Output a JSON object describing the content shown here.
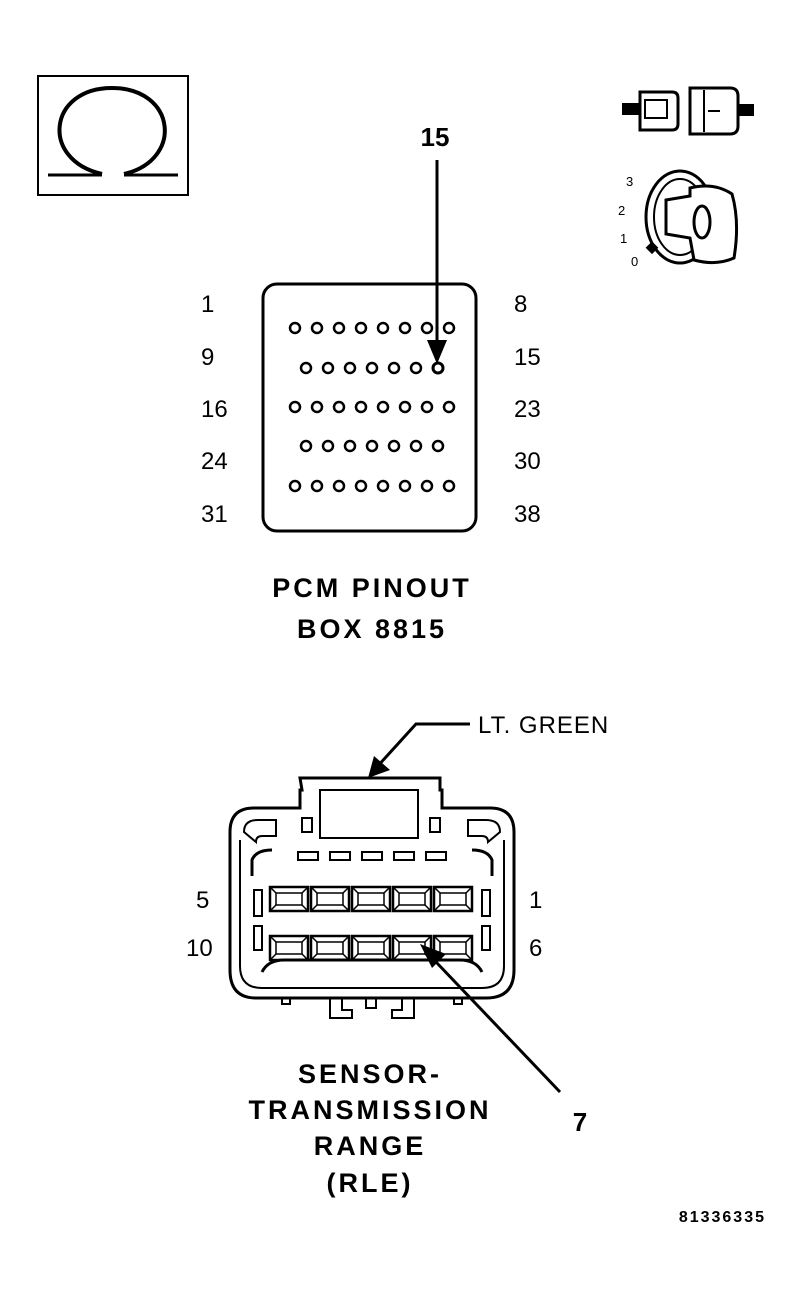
{
  "pcm": {
    "pointer_pin": "15",
    "left_numbers": [
      "1",
      "9",
      "16",
      "24",
      "31"
    ],
    "right_numbers": [
      "8",
      "15",
      "23",
      "30",
      "38"
    ],
    "title_line1": "PCM PINOUT",
    "title_line2": "BOX 8815",
    "rows": [
      8,
      7,
      8,
      7,
      8
    ],
    "highlight_pin": 15
  },
  "ignition": {
    "positions": [
      "3",
      "2",
      "1",
      "0"
    ]
  },
  "sensor": {
    "wire_color_label": "LT. GREEN",
    "left_numbers": [
      "5",
      "10"
    ],
    "right_numbers": [
      "1",
      "6"
    ],
    "pointer_pin": "7",
    "title_lines": [
      "SENSOR-",
      "TRANSMISSION",
      "RANGE",
      "(RLE)"
    ]
  },
  "figure_id": "81336335",
  "icons": {
    "ohmmeter": "ohm-symbol-icon",
    "connector": "disconnected-connector-icon",
    "ignition": "ignition-key-off-icon"
  }
}
